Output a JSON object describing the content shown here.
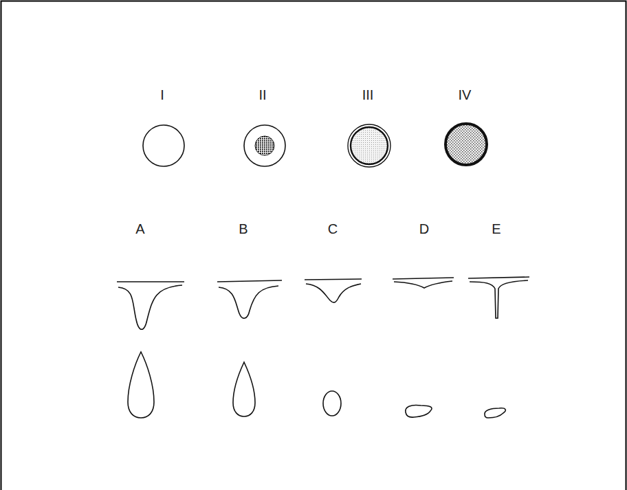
{
  "diagram": {
    "labels": [
      "I",
      "II",
      "III",
      "IV",
      "A",
      "B",
      "C",
      "D",
      "E"
    ]
  }
}
